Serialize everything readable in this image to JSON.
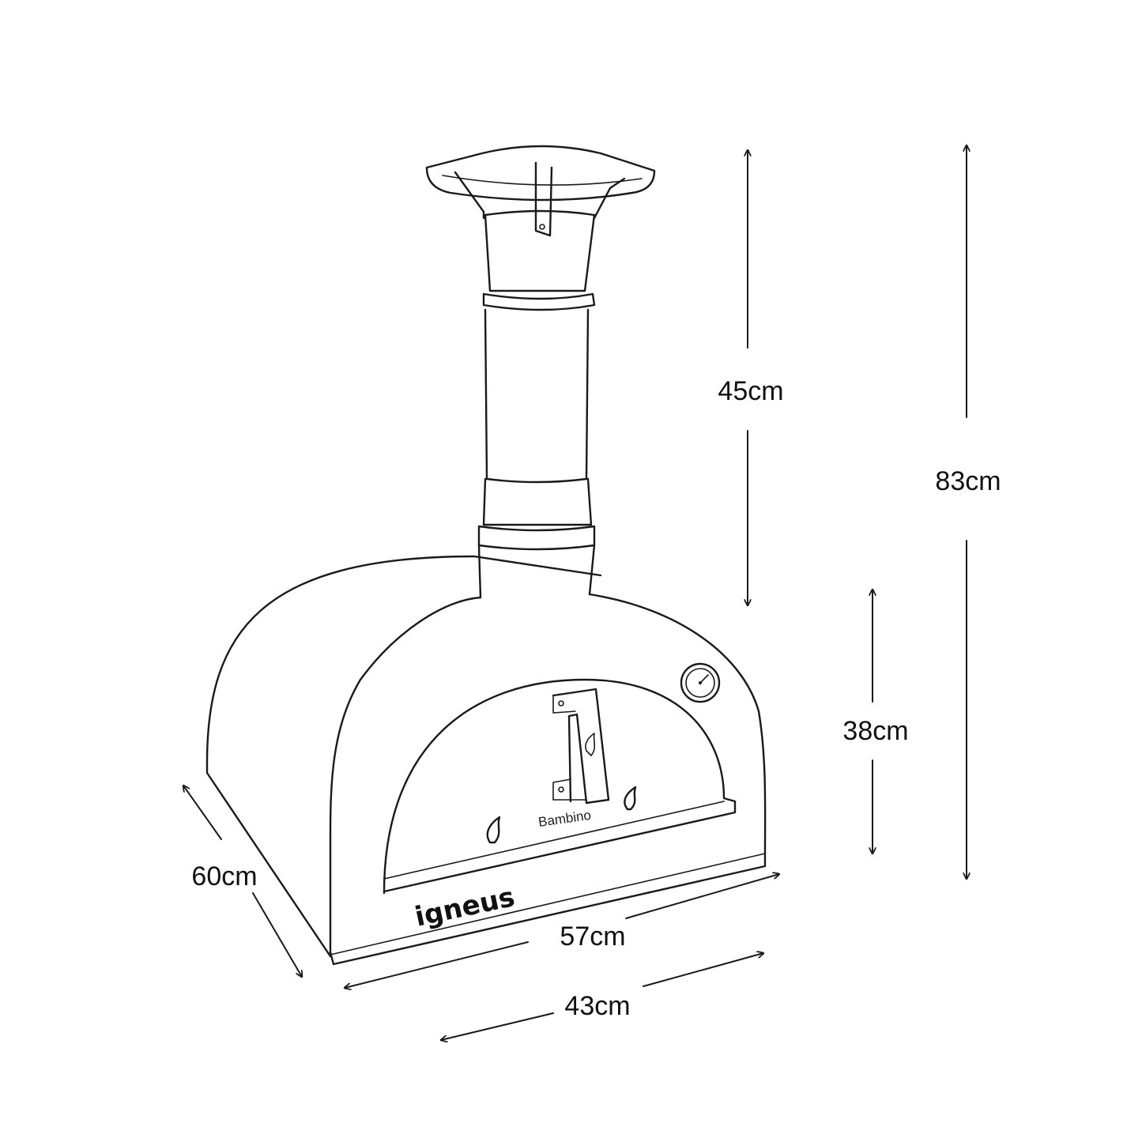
{
  "product": {
    "brand": "igneus",
    "model": "Bambino"
  },
  "dimensions": {
    "chimney_height": "45cm",
    "total_height": "83cm",
    "body_height": "38cm",
    "depth": "60cm",
    "width": "57cm",
    "base_width": "43cm"
  },
  "colors": {
    "line": "#1a1a1a",
    "background": "#ffffff"
  }
}
